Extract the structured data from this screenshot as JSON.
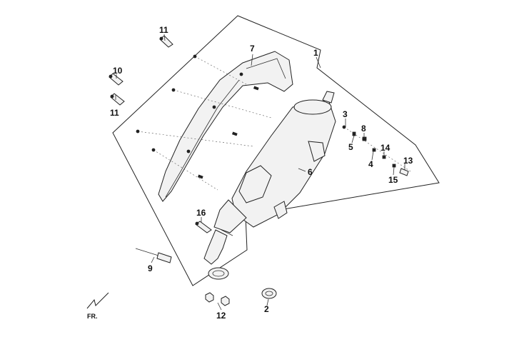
{
  "diagram": {
    "callouts": [
      "1",
      "2",
      "3",
      "4",
      "5",
      "6",
      "7",
      "8",
      "9",
      "10",
      "11",
      "11",
      "12",
      "13",
      "14",
      "15",
      "16"
    ],
    "direction_label": "FR."
  }
}
